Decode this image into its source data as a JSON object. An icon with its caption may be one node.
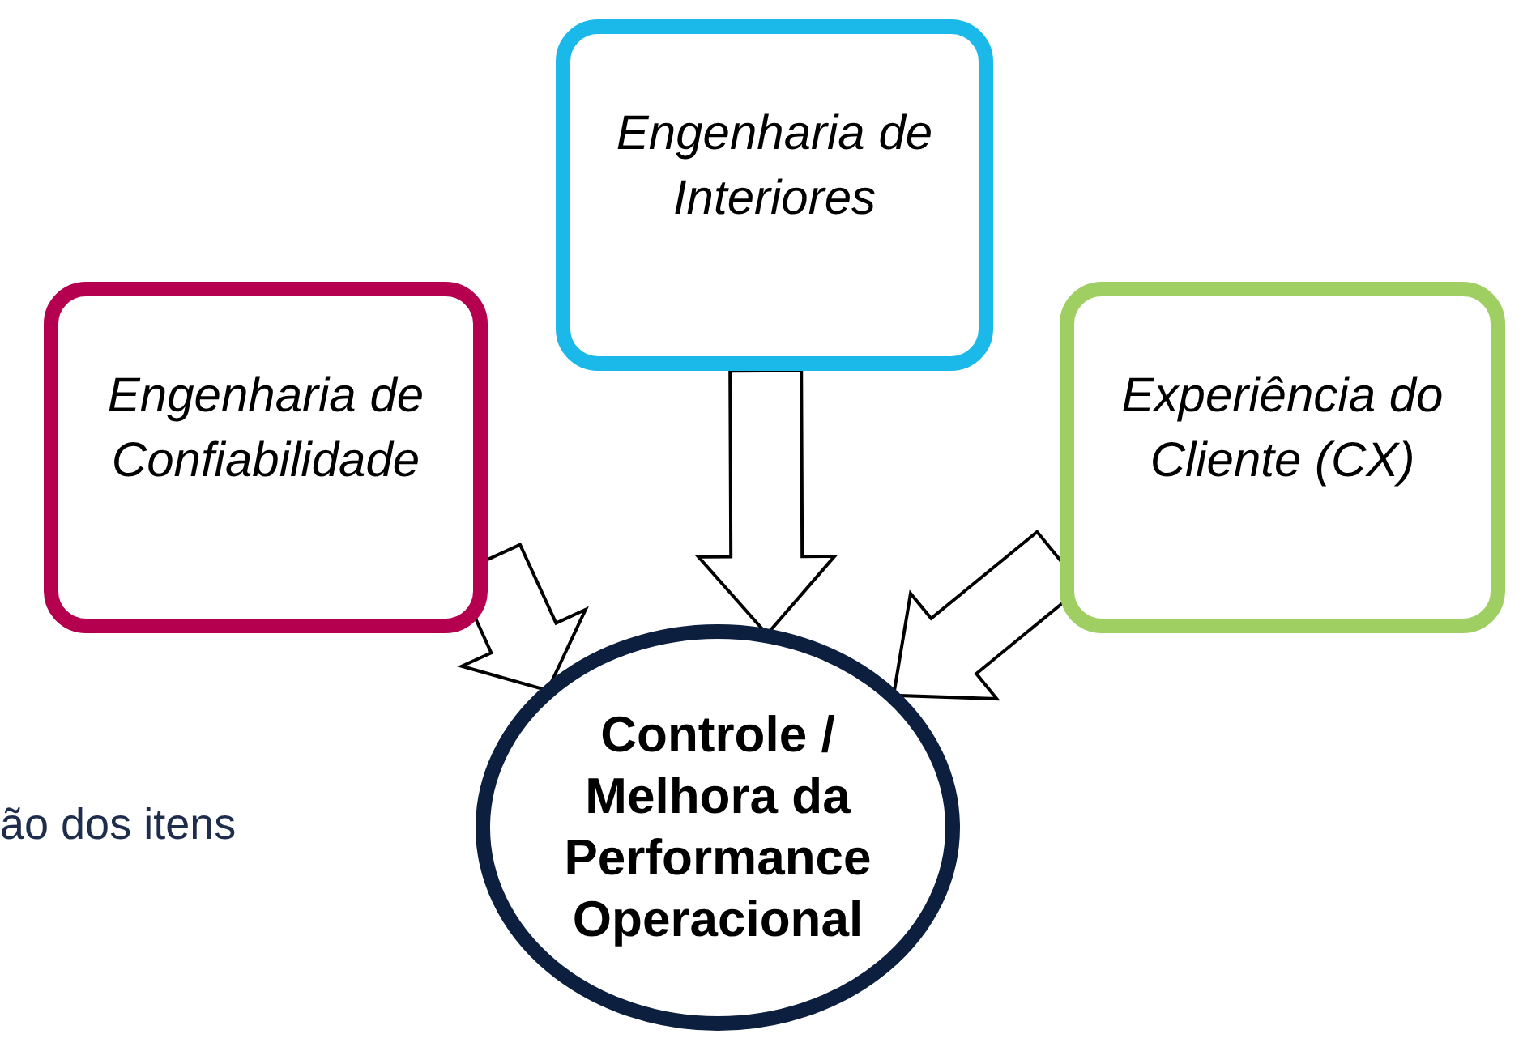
{
  "diagram": {
    "nodes": [
      {
        "text": [
          "Engenharia de Interiores"
        ]
      },
      {
        "text": [
          "Engenharia de Confiabilidade"
        ]
      },
      {
        "text": [
          "Experiência do Cliente (CX)"
        ]
      },
      {
        "text": [
          "Controle / Melhora da Performance Operacional"
        ]
      }
    ],
    "edges": [
      {
        "from": 0,
        "to": 3,
        "arrow": "to"
      },
      {
        "from": 1,
        "to": 3,
        "arrow": "to"
      },
      {
        "from": 2,
        "to": 3,
        "arrow": "to"
      }
    ],
    "labels": [
      "ão dos itens"
    ]
  }
}
